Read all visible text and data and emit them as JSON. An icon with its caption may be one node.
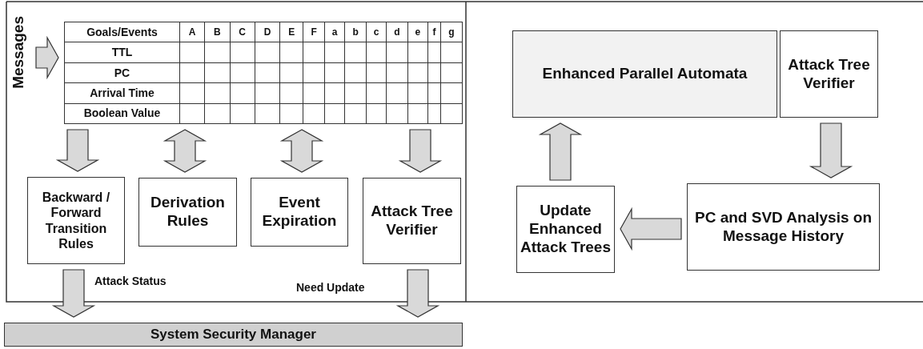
{
  "diagram": {
    "nodes": [
      {
        "text": [],
        "shape": "table"
      },
      {
        "text": [
          "Messages"
        ]
      },
      {
        "text": [
          "Backward / Forward Transition Rules"
        ]
      },
      {
        "text": [
          "Derivation Rules"
        ]
      },
      {
        "text": [
          "Event Expiration"
        ]
      },
      {
        "text": [
          "Attack Tree Verifier"
        ]
      },
      {
        "text": [
          "System Security Manager"
        ]
      },
      {
        "text": [
          "Enhanced Parallel Automata"
        ]
      },
      {
        "text": [
          "Attack Tree Verifier"
        ]
      },
      {
        "text": [
          "Update Enhanced Attack Trees"
        ]
      },
      {
        "text": [
          "PC and SVD Analysis on Message History"
        ]
      }
    ],
    "edges": [
      {
        "from": 1,
        "to": 0,
        "arrow": "to"
      },
      {
        "from": 0,
        "to": 2,
        "arrow": "to"
      },
      {
        "from": 0,
        "to": 3,
        "arrow": "both"
      },
      {
        "from": 0,
        "to": 4,
        "arrow": "both"
      },
      {
        "from": 0,
        "to": 5,
        "arrow": "to"
      },
      {
        "from": 2,
        "to": 6,
        "arrow": "to",
        "label": "Attack Status"
      },
      {
        "from": 5,
        "to": 6,
        "arrow": "to",
        "label": "Need Update"
      },
      {
        "from": 8,
        "to": 10,
        "arrow": "to"
      },
      {
        "from": 10,
        "to": 9,
        "arrow": "to"
      },
      {
        "from": 9,
        "to": 7,
        "arrow": "to"
      }
    ],
    "labels": [
      "Goals/Events",
      "A",
      "B",
      "C",
      "D",
      "E",
      "F",
      "a",
      "b",
      "c",
      "d",
      "e",
      "f",
      "g",
      "TTL",
      "PC",
      "Arrival Time",
      "Boolean Value"
    ]
  }
}
